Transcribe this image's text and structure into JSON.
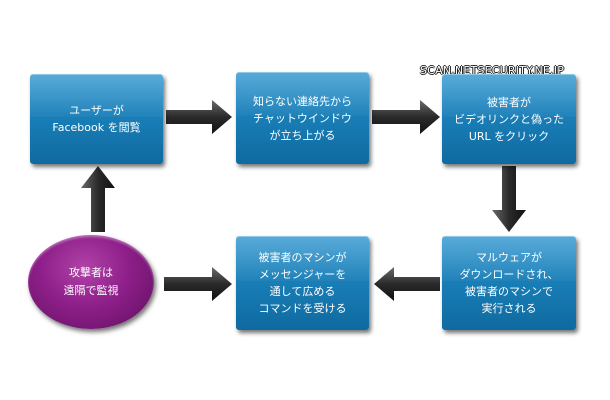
{
  "watermark": "SCAN.NETSECURITY.NE.JP",
  "nodes": {
    "user_views_facebook": "ユーザーが\nFacebook を閲覧",
    "unknown_contact_chat": "知らない連絡先から\nチャットウインドウ\nが立ち上がる",
    "victim_clicks_url": "被害者が\nビデオリンクと偽った\nURL をクリック",
    "malware_downloaded": "マルウェアが\nダウンロードされ、\n被害者のマシンで\n実行される",
    "spread_messenger": "被害者のマシンが\nメッセンジャーを\n通して広める\nコマンドを受ける",
    "attacker_monitors": "攻撃者は\n遠隔で監視"
  },
  "colors": {
    "box_blue": "#1a7fb8",
    "attacker_purple": "#8e1f8a",
    "arrow_dark": "#2a2a2a"
  }
}
